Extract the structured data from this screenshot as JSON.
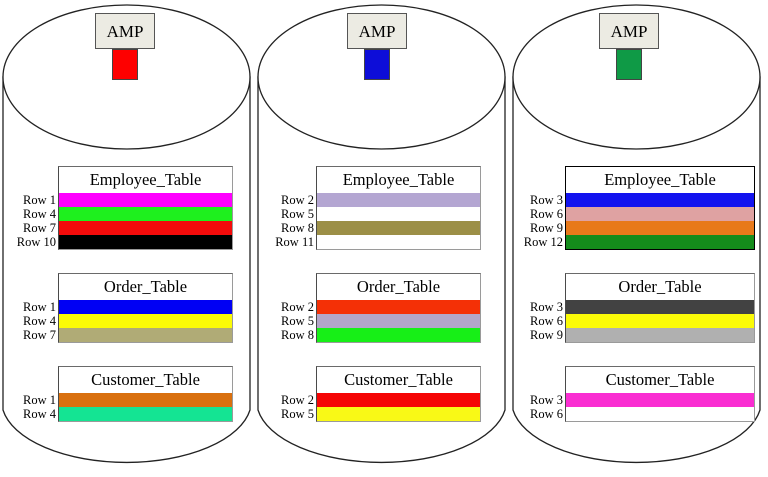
{
  "diagram": {
    "title_text": "",
    "shape": "cylinder-trio",
    "amp_label": "AMP",
    "colors": {
      "cylinder_outline": "#222222",
      "amp_box_fill": "#ecebe3",
      "amp_box_border": "#555555",
      "table_border_gray": "#9a9a9a",
      "table_border_black": "#000000",
      "background": "#ffffff"
    }
  },
  "cylinders": [
    {
      "name": "amp-1",
      "amp": {
        "label": "AMP",
        "stem_color": "#fe0000"
      },
      "border_style": "gray",
      "tables": [
        {
          "title": "Employee_Table",
          "rows": [
            {
              "label": "Row 1",
              "color": "#ff00ff"
            },
            {
              "label": "Row 4",
              "color": "#1ef01e"
            },
            {
              "label": "Row 7",
              "color": "#f40b0b"
            },
            {
              "label": "Row 10",
              "color": "#000000"
            }
          ]
        },
        {
          "title": "Order_Table",
          "rows": [
            {
              "label": "Row 1",
              "color": "#0000f4"
            },
            {
              "label": "Row 4",
              "color": "#fbfb07"
            },
            {
              "label": "Row 7",
              "color": "#b0ab76"
            }
          ]
        },
        {
          "title": "Customer_Table",
          "rows": [
            {
              "label": "Row 1",
              "color": "#d9700f"
            },
            {
              "label": "Row 4",
              "color": "#14e493"
            }
          ]
        }
      ]
    },
    {
      "name": "amp-2",
      "amp": {
        "label": "AMP",
        "stem_color": "#0d0dd8"
      },
      "border_style": "gray",
      "tables": [
        {
          "title": "Employee_Table",
          "rows": [
            {
              "label": "Row 2",
              "color": "#b4a6d2"
            },
            {
              "label": "Row 5",
              "color": "#ffffff"
            },
            {
              "label": "Row 8",
              "color": "#9c8f47"
            },
            {
              "label": "Row 11",
              "color": "#ffffff"
            }
          ]
        },
        {
          "title": "Order_Table",
          "rows": [
            {
              "label": "Row 2",
              "color": "#f43006"
            },
            {
              "label": "Row 5",
              "color": "#b3a6c8"
            },
            {
              "label": "Row 8",
              "color": "#17ef17"
            }
          ]
        },
        {
          "title": "Customer_Table",
          "rows": [
            {
              "label": "Row 2",
              "color": "#f50505"
            },
            {
              "label": "Row 5",
              "color": "#f9f916"
            }
          ]
        }
      ]
    },
    {
      "name": "amp-3",
      "amp": {
        "label": "AMP",
        "stem_color": "#0f9a46"
      },
      "border_style": "black",
      "tables": [
        {
          "title": "Employee_Table",
          "rows": [
            {
              "label": "Row 3",
              "color": "#1313ef"
            },
            {
              "label": "Row 6",
              "color": "#dfa2a2"
            },
            {
              "label": "Row 9",
              "color": "#e8791a"
            },
            {
              "label": "Row 12",
              "color": "#148c1b"
            }
          ]
        },
        {
          "title": "Order_Table",
          "rows": [
            {
              "label": "Row 3",
              "color": "#424242"
            },
            {
              "label": "Row 6",
              "color": "#fbfb07"
            },
            {
              "label": "Row 9",
              "color": "#b0b0b0"
            }
          ]
        },
        {
          "title": "Customer_Table",
          "rows": [
            {
              "label": "Row 3",
              "color": "#fa2ed2"
            },
            {
              "label": "Row 6",
              "color": "#ffffff"
            }
          ]
        }
      ]
    }
  ]
}
